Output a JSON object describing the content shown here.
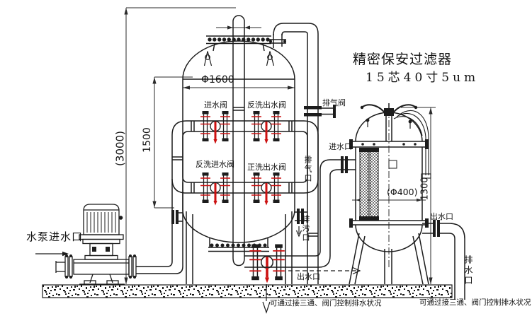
{
  "diagram_type": "water-treatment-piping-diagram",
  "title": {
    "line1": "精密保安过滤器",
    "line2": "15芯40寸5um"
  },
  "dimensions": {
    "overall_height": "(3000)",
    "tank_cylinder_height": "1500",
    "tank_diameter": "Φ1600",
    "filter_diameter": "(Φ400)",
    "filter_height": "1300"
  },
  "valves": {
    "inlet_valve": "进水阀",
    "backwash_outlet_valve": "反洗出水阀",
    "air_release_valve": "排气阀",
    "backwash_inlet_valve": "反洗进水阀",
    "rinse_outlet_valve": "正洗出水阀"
  },
  "ports": {
    "pump_inlet": "水泵进水口",
    "air_vent_port": "排气口",
    "blowdown_port": "排污口",
    "tank_outlet_port": "出水口",
    "filter_inlet_port": "进水口",
    "filter_outlet_port": "出水口",
    "filter_drain_port": "排水口"
  },
  "notes": {
    "tank_drain_note": "可通过接三通、阀门控制排水状况",
    "filter_drain_note": "可通过接三通、阀门控制排水状况"
  },
  "colors": {
    "line": "#1c1c1c",
    "valve_accent": "#cc1111",
    "background": "#ffffff"
  }
}
